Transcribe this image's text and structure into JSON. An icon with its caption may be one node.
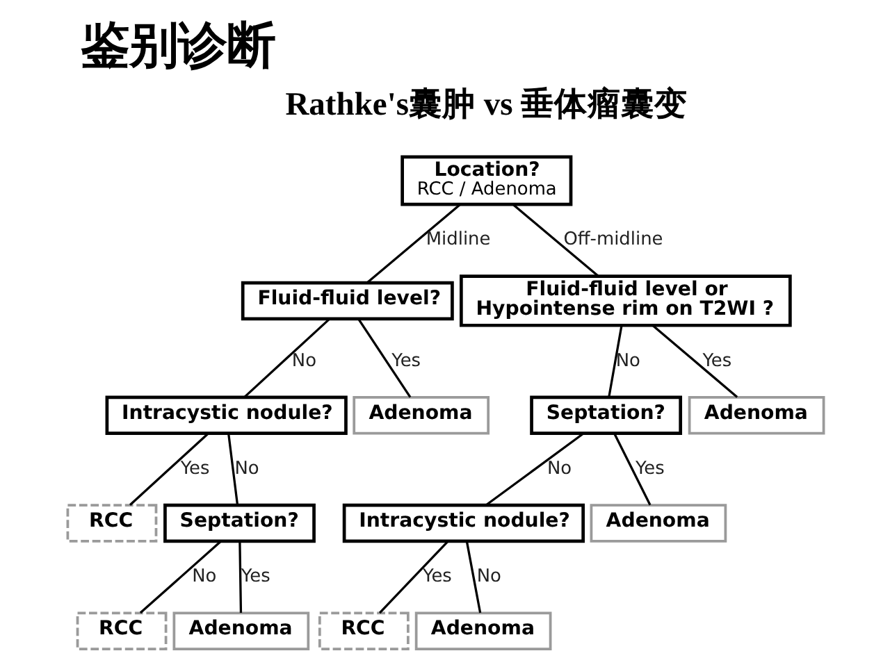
{
  "diagram": {
    "title": "鉴别诊断",
    "nodes": [
      {
        "text": [
          "Location?",
          "RCC / Adenoma"
        ]
      },
      {
        "text": [
          "Fluid-fluid level?"
        ]
      },
      {
        "text": [
          "Fluid-fluid level or Hypointense rim on T2WI ?"
        ]
      },
      {
        "text": [
          "Intracystic nodule?"
        ]
      },
      {
        "text": [
          "Adenoma"
        ]
      },
      {
        "text": [
          "Septation?"
        ]
      },
      {
        "text": [
          "Adenoma"
        ]
      },
      {
        "text": [
          "RCC"
        ]
      },
      {
        "text": [
          "Septation?"
        ]
      },
      {
        "text": [
          "Intracystic nodule?"
        ]
      },
      {
        "text": [
          "Adenoma"
        ]
      },
      {
        "text": [
          "RCC"
        ]
      },
      {
        "text": [
          "Adenoma"
        ]
      },
      {
        "text": [
          "RCC"
        ]
      },
      {
        "text": [
          "Adenoma"
        ]
      }
    ],
    "edges": [
      {
        "from": 0,
        "to": 1,
        "arrow": "none",
        "label": "Midline"
      },
      {
        "from": 0,
        "to": 2,
        "arrow": "none",
        "label": "Off-midline"
      },
      {
        "from": 1,
        "to": 3,
        "arrow": "none",
        "label": "No"
      },
      {
        "from": 1,
        "to": 4,
        "arrow": "none",
        "label": "Yes"
      },
      {
        "from": 2,
        "to": 5,
        "arrow": "none",
        "label": "No"
      },
      {
        "from": 2,
        "to": 6,
        "arrow": "none",
        "label": "Yes"
      },
      {
        "from": 3,
        "to": 7,
        "arrow": "none",
        "label": "Yes"
      },
      {
        "from": 3,
        "to": 8,
        "arrow": "none",
        "label": "No"
      },
      {
        "from": 5,
        "to": 9,
        "arrow": "none",
        "label": "No"
      },
      {
        "from": 5,
        "to": 10,
        "arrow": "none",
        "label": "Yes"
      },
      {
        "from": 8,
        "to": 11,
        "arrow": "none",
        "label": "No"
      },
      {
        "from": 8,
        "to": 12,
        "arrow": "none",
        "label": "Yes"
      },
      {
        "from": 9,
        "to": 13,
        "arrow": "none",
        "label": "Yes"
      },
      {
        "from": 9,
        "to": 14,
        "arrow": "none",
        "label": "No"
      }
    ],
    "labels": [
      "Rathke's囊肿 vs 垂体瘤囊变"
    ]
  }
}
